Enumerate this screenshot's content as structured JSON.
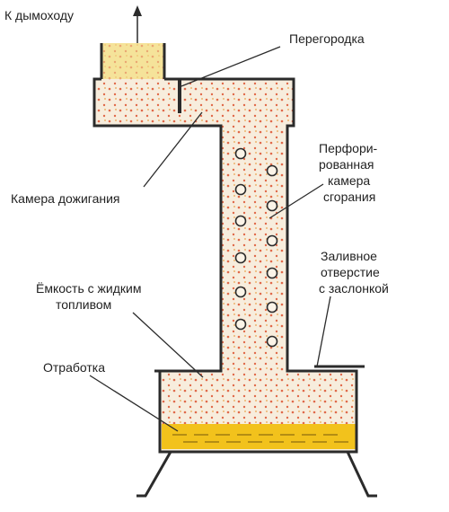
{
  "labels": {
    "chimney": "К дымоходу",
    "partition": "Перегородка",
    "afterburner": "Камера дожигания",
    "perforated": [
      "Перфори-",
      "рованная",
      "камера",
      "сгорания"
    ],
    "filler": [
      "Заливное",
      "отверстие",
      "с заслонкой"
    ],
    "tank": [
      "Ёмкость с жидким",
      "топливом"
    ],
    "waste_oil": "Отработка"
  },
  "colors": {
    "fill": "#f7eddd",
    "dots": "#e0694a",
    "oil": "#f2c21c",
    "outline": "#2b2b2b"
  }
}
